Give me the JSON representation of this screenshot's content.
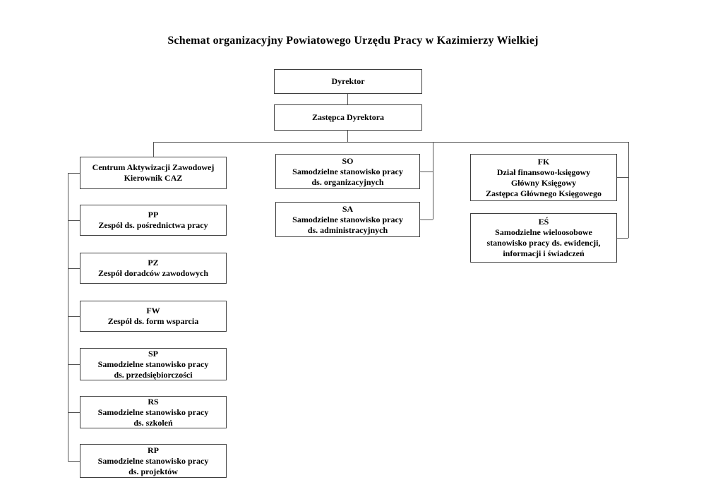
{
  "title": "Schemat organizacyjny Powiatowego Urzędu Pracy w Kazimierzy Wielkiej",
  "nodes": {
    "dyrektor": "Dyrektor",
    "zastepca_dyrektora": "Zastępca Dyrektora",
    "caz": "Centrum Aktywizacji Zawodowej\nKierownik CAZ",
    "pp": "PP\nZespół ds. pośrednictwa pracy",
    "pz": "PZ\nZespół doradców zawodowych",
    "fw": "FW\nZespół ds. form wsparcia",
    "sp": "SP\nSamodzielne stanowisko pracy\nds. przedsiębiorczości",
    "rs": "RS\nSamodzielne stanowisko pracy\nds. szkoleń",
    "rp": "RP\nSamodzielne stanowisko pracy\nds. projektów",
    "so": "SO\nSamodzielne stanowisko pracy\nds. organizacyjnych",
    "sa": "SA\nSamodzielne stanowisko pracy\nds. administracyjnych",
    "fk": "FK\nDział finansowo-księgowy\nGłówny Księgowy\nZastępca Głównego Księgowego",
    "es": "EŚ\nSamodzielne wieloosobowe\nstanowisko pracy ds. ewidencji,\ninformacji i świadczeń"
  },
  "structure": {
    "edges": [
      {
        "parent": "dyrektor",
        "child": "zastepca_dyrektora"
      },
      {
        "parent": "zastepca_dyrektora",
        "child": "caz"
      },
      {
        "parent": "caz",
        "child": "pp"
      },
      {
        "parent": "caz",
        "child": "pz"
      },
      {
        "parent": "caz",
        "child": "fw"
      },
      {
        "parent": "caz",
        "child": "sp"
      },
      {
        "parent": "caz",
        "child": "rs"
      },
      {
        "parent": "caz",
        "child": "rp"
      },
      {
        "parent": "zastepca_dyrektora",
        "child": "so"
      },
      {
        "parent": "zastepca_dyrektora",
        "child": "sa"
      },
      {
        "parent": "zastepca_dyrektora",
        "child": "fk"
      },
      {
        "parent": "zastepca_dyrektora",
        "child": "es"
      }
    ]
  },
  "palette": {
    "border": "#3f3f3f",
    "line": "#555555",
    "text": "#000000",
    "background": "#ffffff"
  }
}
